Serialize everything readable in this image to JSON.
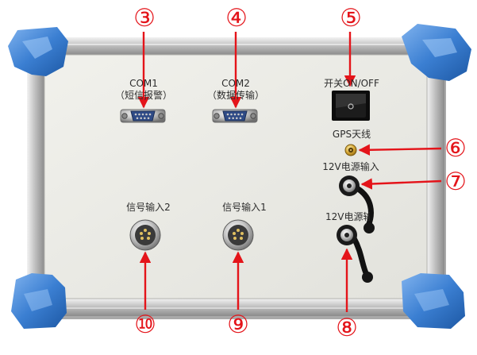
{
  "labels": {
    "com1": "COM1",
    "com1_sub": "（短信报警）",
    "com2": "COM2",
    "com2_sub": "（数据传输）",
    "switch": "开关ON/OFF",
    "gps": "GPS天线",
    "power_in_1": "12V电源输入",
    "power_in_2": "12V电源输入",
    "signal_in_2": "信号输入2",
    "signal_in_1": "信号输入1"
  },
  "callouts": {
    "n3": "③",
    "n4": "④",
    "n5": "⑤",
    "n6": "⑥",
    "n7": "⑦",
    "n8": "⑧",
    "n9": "⑨",
    "n10": "⑩"
  },
  "colors": {
    "panel": "#ebebe6",
    "frame": "#c9c9c9",
    "corner": "#3b7fd2",
    "callout": "#e4141a"
  }
}
